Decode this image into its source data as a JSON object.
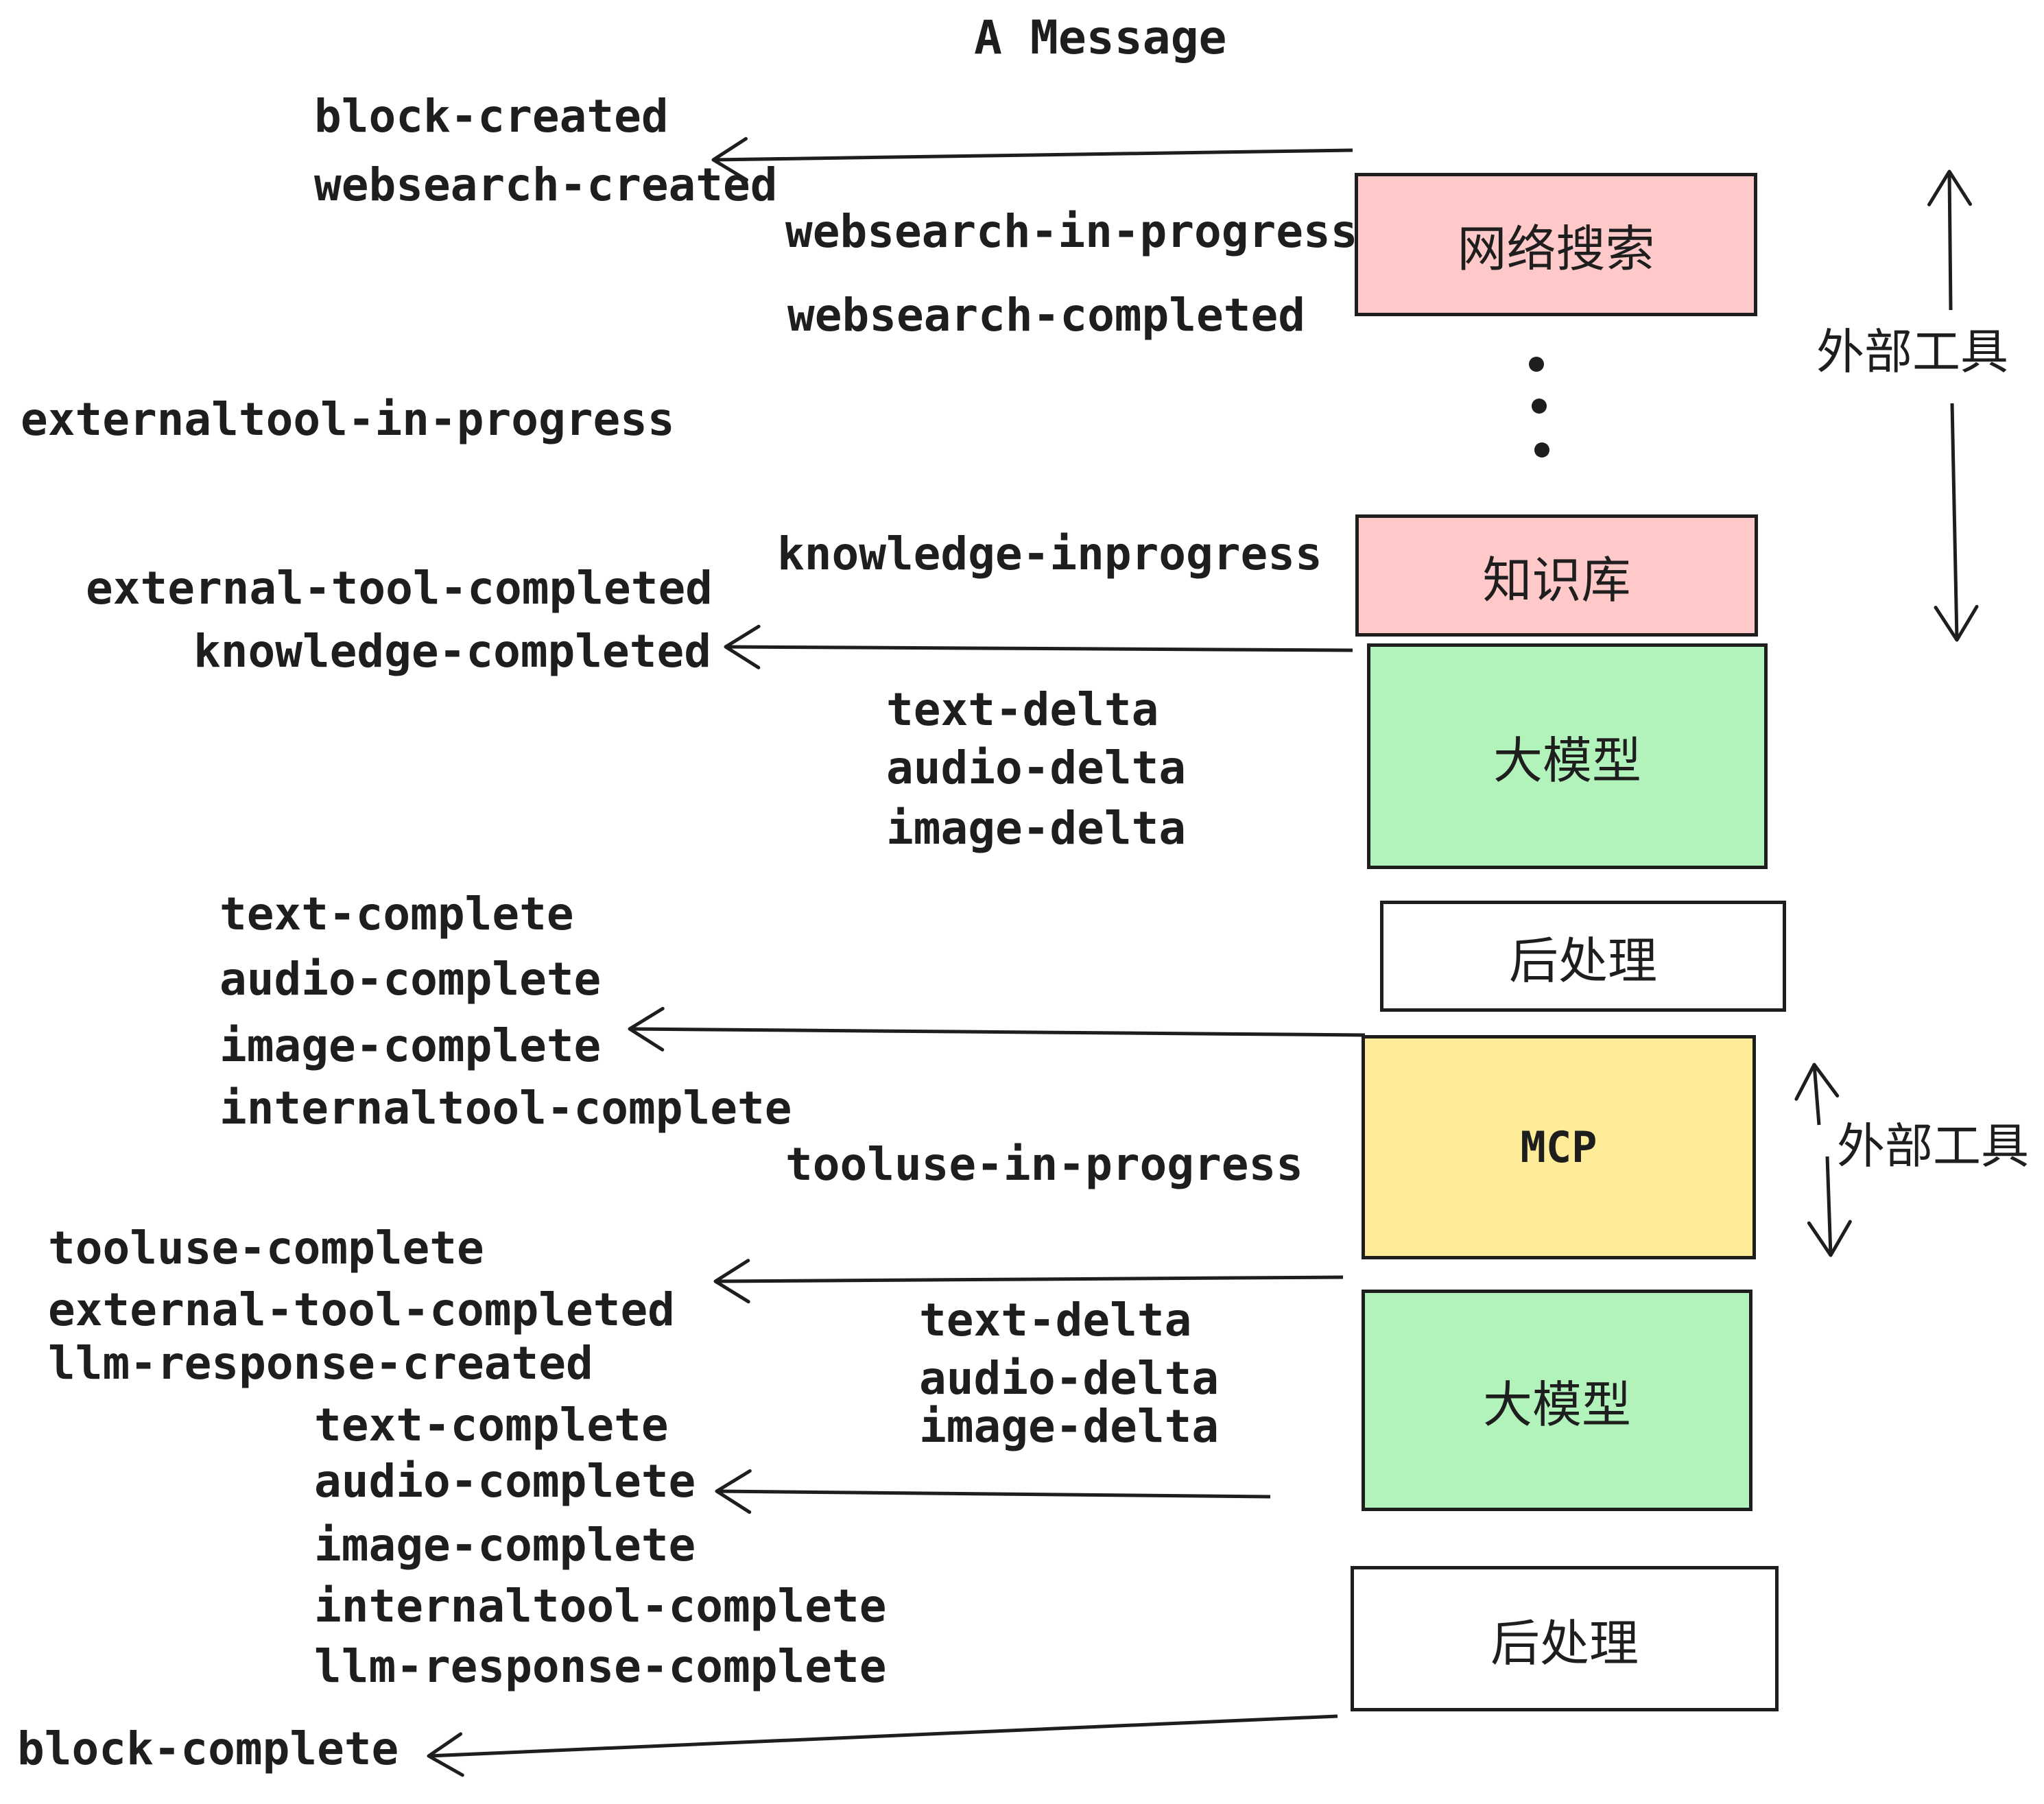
{
  "title": "A Message",
  "colors": {
    "ink": "#1e1e1e",
    "box_pink": "#ffc9c9",
    "box_green": "#b2f2bb",
    "box_yellow": "#ffec99",
    "box_white": "#ffffff",
    "background": "#ffffff"
  },
  "boxes": {
    "websearch": "网络搜索",
    "knowledge": "知识库",
    "llm_top": "大模型",
    "post_top": "后处理",
    "mcp": "MCP",
    "llm_bottom": "大模型",
    "post_bottom": "后处理"
  },
  "side_labels": {
    "external_tools_top": "外部工具",
    "external_tools_bottom": "外部工具"
  },
  "events": {
    "block_created": "block-created",
    "websearch_created": "websearch-created",
    "websearch_in_progress": "websearch-in-progress",
    "websearch_completed": "websearch-completed",
    "externaltool_in_progress": "externaltool-in-progress",
    "knowledge_inprogress": "knowledge-inprogress",
    "external_tool_completed_1": "external-tool-completed",
    "knowledge_completed": "knowledge-completed",
    "text_delta_1": "text-delta",
    "audio_delta_1": "audio-delta",
    "image_delta_1": "image-delta",
    "text_complete_1": "text-complete",
    "audio_complete_1": "audio-complete",
    "image_complete_1": "image-complete",
    "internaltool_complete_1": "internaltool-complete",
    "tooluse_in_progress": "tooluse-in-progress",
    "tooluse_complete": "tooluse-complete",
    "external_tool_completed_2": "external-tool-completed",
    "llm_response_created": "llm-response-created",
    "text_complete_2": "text-complete",
    "audio_complete_2": "audio-complete",
    "image_complete_2": "image-complete",
    "internaltool_complete_2": "internaltool-complete",
    "llm_response_complete": "llm-response-complete",
    "text_delta_2": "text-delta",
    "audio_delta_2": "audio-delta",
    "image_delta_2": "image-delta",
    "block_complete": "block-complete"
  }
}
